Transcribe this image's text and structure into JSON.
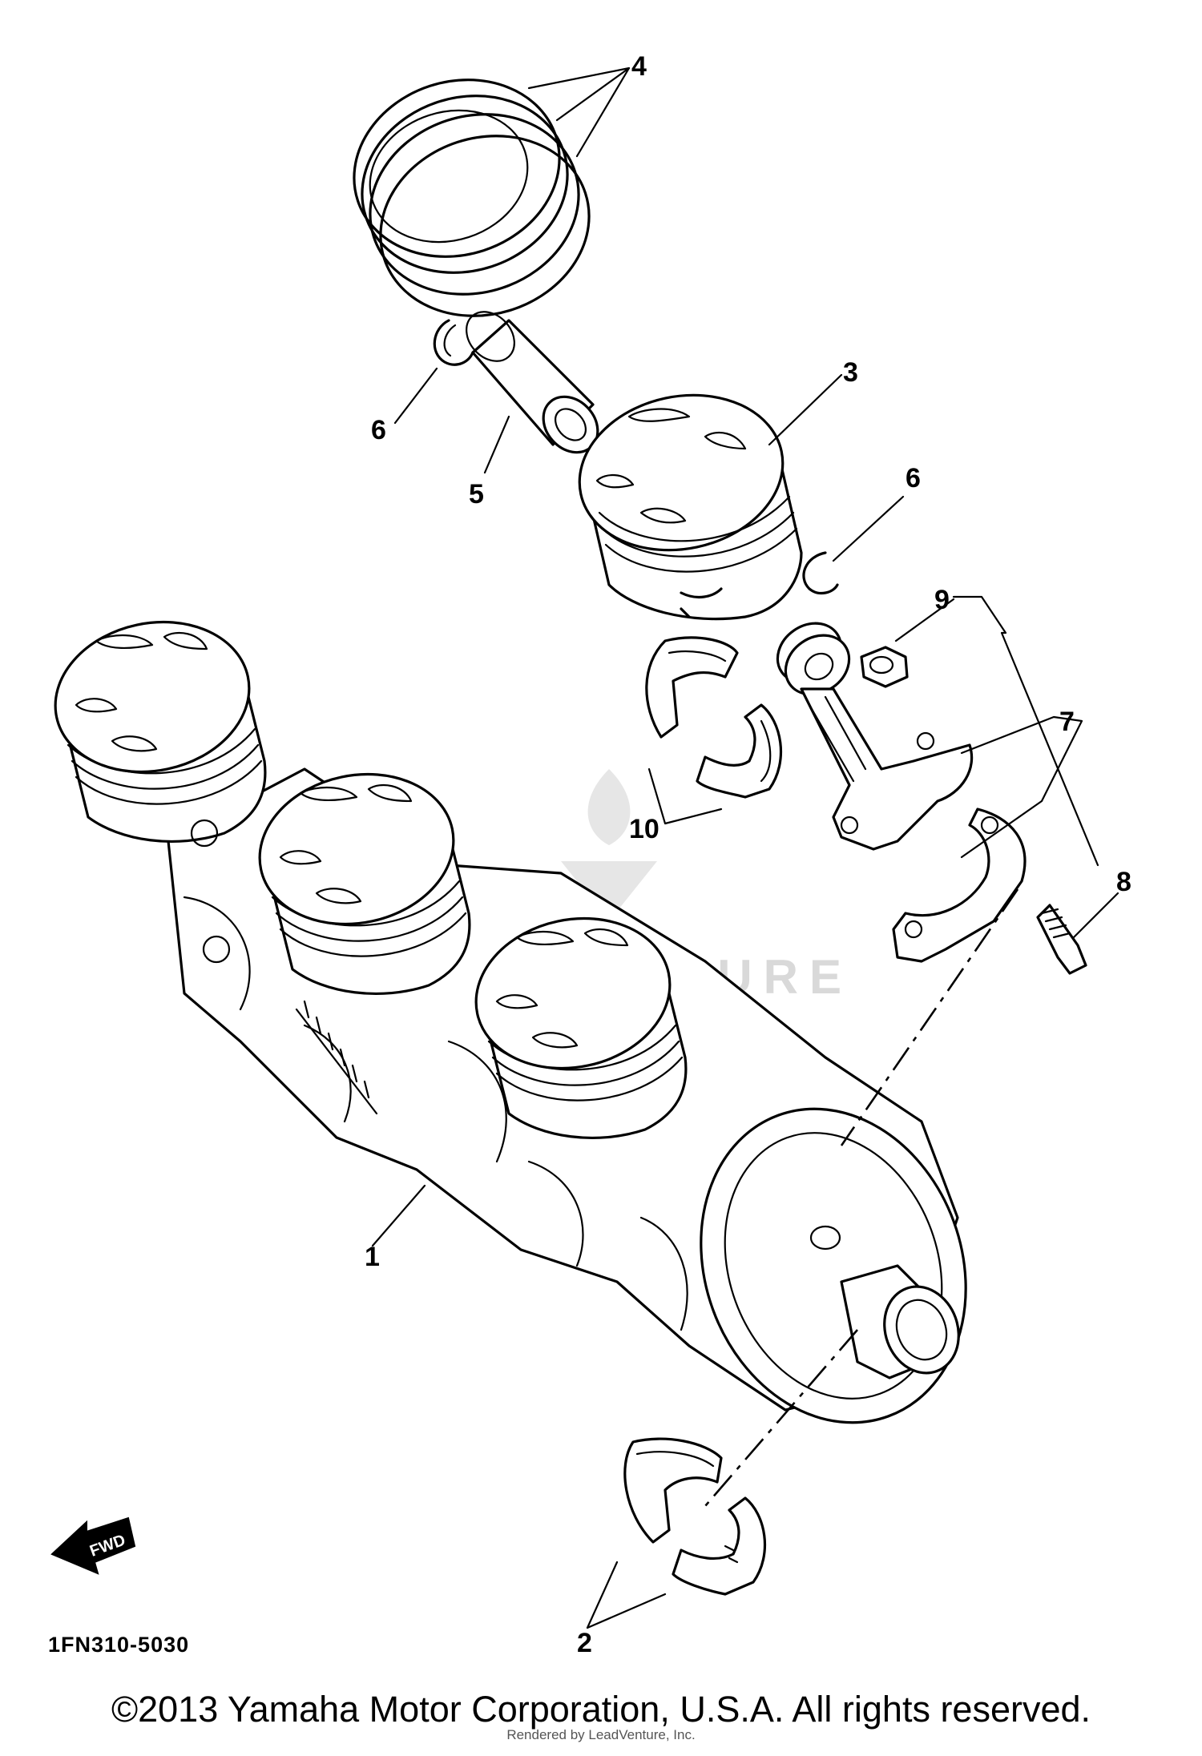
{
  "diagram": {
    "callouts": [
      "1",
      "2",
      "3",
      "4",
      "5",
      "6",
      "6",
      "7",
      "8",
      "9",
      "10"
    ],
    "part_code": "1FN310-5030",
    "fwd_label": "FWD",
    "watermark": "LEADVENTURE"
  },
  "footer": {
    "copyright": "©2013 Yamaha Motor Corporation, U.S.A. All rights reserved.",
    "rendered_by": "Rendered by LeadVenture, Inc."
  }
}
